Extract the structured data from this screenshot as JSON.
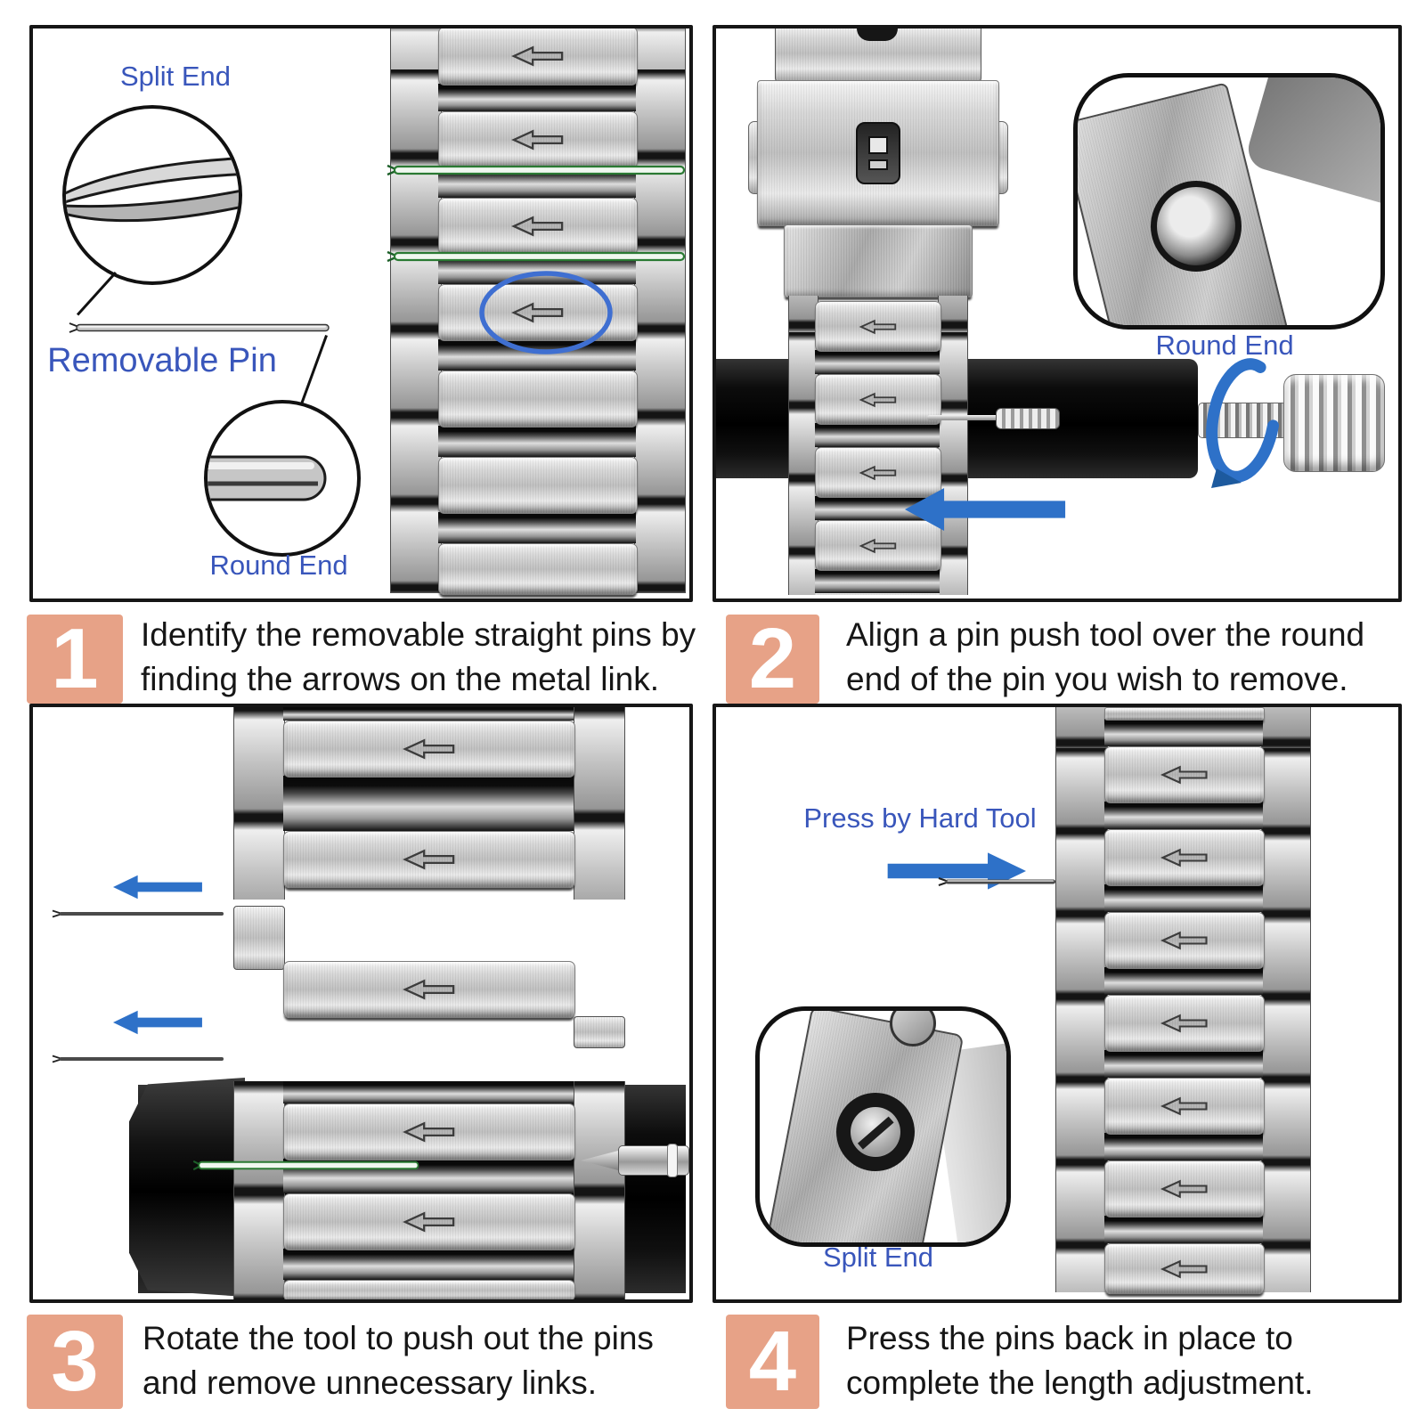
{
  "colors": {
    "label_blue": "#3956bb",
    "arrow_blue": "#2e71c8",
    "ellipse_blue": "#3f6fd1",
    "badge_salmon": "#e7a287",
    "pin_green": "#2a7a33",
    "panel_border": "#161616",
    "caption_text": "#161616"
  },
  "panel1": {
    "labels": {
      "split_end": "Split End",
      "removable_pin": "Removable Pin",
      "round_end": "Round End"
    }
  },
  "panel2": {
    "labels": {
      "round_end": "Round End"
    }
  },
  "panel4": {
    "labels": {
      "press_by_hard_tool": "Press by Hard Tool",
      "split_end": "Split End"
    }
  },
  "steps": [
    {
      "number": "1",
      "line1": "Identify the removable straight pins by",
      "line2": "finding the arrows on the metal link."
    },
    {
      "number": "2",
      "line1": "Align a pin push tool over the round",
      "line2": "end of the pin you wish to remove."
    },
    {
      "number": "3",
      "line1": "Rotate the tool to push out the pins",
      "line2": "and remove unnecessary links."
    },
    {
      "number": "4",
      "line1": "Press the pins back in place to",
      "line2": "complete the length adjustment."
    }
  ]
}
